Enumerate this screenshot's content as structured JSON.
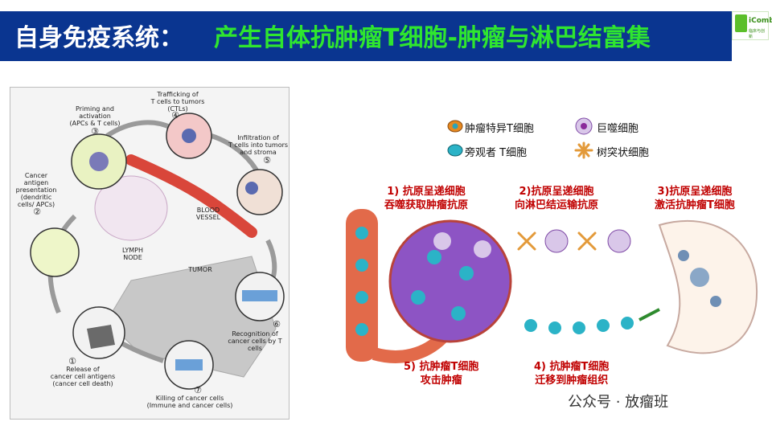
{
  "header": {
    "title_left": "自身免疫系统：",
    "title_right": "产生自体抗肿瘤T细胞-肿瘤与淋巴结富集",
    "logo_text": "iCombo",
    "logo_sub": "临床与创新"
  },
  "cycle": {
    "step2": "Cancer antigen\npresentation\n(dendritic\ncells/ APCs)",
    "step3": "Priming and\nactivation\n(APCs & T cells)",
    "step4": "Trafficking of\nT cells to tumors\n(CTLs)",
    "step5": "Infiltration of\nT cells into tumors\nand stroma",
    "step6": "Recognition of\ncancer cells by T cells",
    "step7": "Killing of cancer cells\n(Immune and cancer cells)",
    "step1": "Release of\ncancer cell antigens\n(cancer cell death)",
    "lymph_node": "LYMPH\nNODE",
    "blood_vessel": "BLOOD\nVESSEL",
    "tumor": "TUMOR",
    "num1": "①",
    "num2": "②",
    "num3": "③",
    "num4": "④",
    "num5": "⑤",
    "num6": "⑥",
    "num7": "⑦"
  },
  "legend": {
    "tumor_t": "肿瘤特异T细胞",
    "bystander_t": "旁观者 T细胞",
    "macrophage": "巨噬细胞",
    "dendritic": "树突状细胞"
  },
  "steps": {
    "s1_line1": "1)  抗原呈递细胞",
    "s1_line2": "吞噬获取肿瘤抗原",
    "s2_line1": "2)抗原呈递细胞",
    "s2_line2": "向淋巴结运输抗原",
    "s3_line1": "3)抗原呈递细胞",
    "s3_line2": "激活抗肿瘤T细胞",
    "s4_line1": "4) 抗肿瘤T细胞",
    "s4_line2": "迁移到肿瘤组织",
    "s5_line1": "5) 抗肿瘤T细胞",
    "s5_line2": "攻击肿瘤"
  },
  "watermark": "公众号 · 放瘤班",
  "colors": {
    "header_bg": "#0a3590",
    "title_green": "#2fe62f",
    "label_red": "#c00000"
  }
}
